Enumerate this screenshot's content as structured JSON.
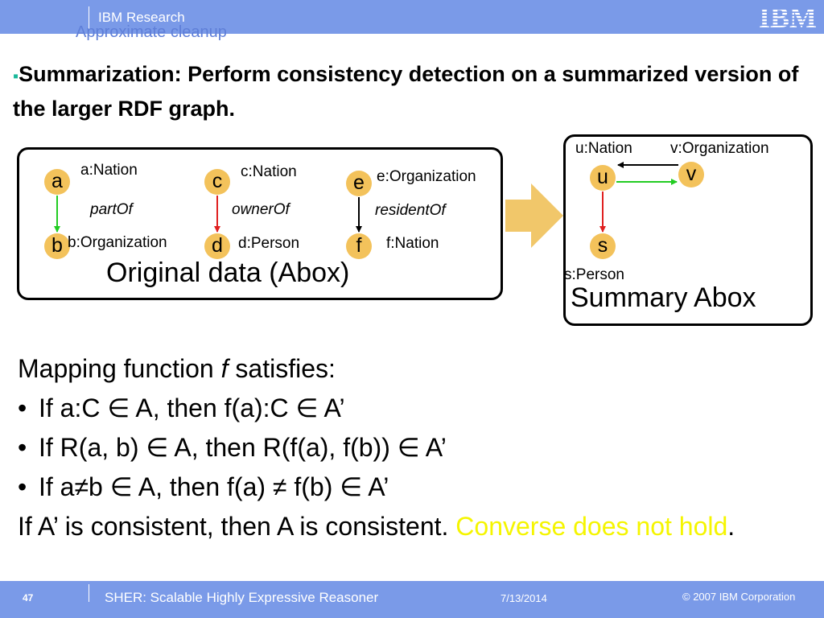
{
  "header": {
    "brand": "IBM Research",
    "ghost_title": "Approximate cleanup",
    "logo_text": "IBM"
  },
  "headline": {
    "bullet": "▪",
    "text": "Summarization:  Perform consistency detection on a summarized version of the larger RDF graph."
  },
  "original": {
    "caption": "Original data (Abox)",
    "groups": [
      {
        "top_node": "a",
        "top_label": "a:Nation",
        "relation": "partOf",
        "bottom_node": "b",
        "bottom_label": "b:Organization",
        "edge_color": "#22cc22"
      },
      {
        "top_node": "c",
        "top_label": "c:Nation",
        "relation": "ownerOf",
        "bottom_node": "d",
        "bottom_label": "d:Person",
        "edge_color": "#e02020"
      },
      {
        "top_node": "e",
        "top_label": "e:Organization",
        "relation": "residentOf",
        "bottom_node": "f",
        "bottom_label": "f:Nation",
        "edge_color": "#000000"
      }
    ]
  },
  "summary": {
    "caption": "Summary Abox",
    "nodes": {
      "u": "u",
      "v": "v",
      "s": "s"
    },
    "labels": {
      "u": "u:Nation",
      "v": "v:Organization",
      "s": "s:Person"
    },
    "edge_colors": {
      "v_to_u": "#000000",
      "u_to_v": "#22cc22",
      "u_to_s": "#e02020"
    }
  },
  "mapping": {
    "intro_prefix": "Mapping function ",
    "intro_italic": "f",
    "intro_suffix": " satisfies:",
    "bullet": "•",
    "rules": [
      "If a:C ∈ A, then f(a):C ∈ A’",
      "If R(a, b) ∈ A, then R(f(a), f(b)) ∈ A’",
      "If a≠b ∈ A, then f(a) ≠ f(b) ∈ A’"
    ],
    "conclusion": "If A’ is consistent, then A is consistent.  ",
    "highlight": "Converse does not hold",
    "end": "."
  },
  "footer": {
    "page_number": "47",
    "title": "SHER: Scalable Highly Expressive Reasoner",
    "date": "7/13/2014",
    "copyright": "© 2007 IBM Corporation"
  },
  "colors": {
    "bar": "#7a9ae8",
    "node": "#f3c25b",
    "arrow": "#f1c76a",
    "highlight": "#f5f500"
  }
}
